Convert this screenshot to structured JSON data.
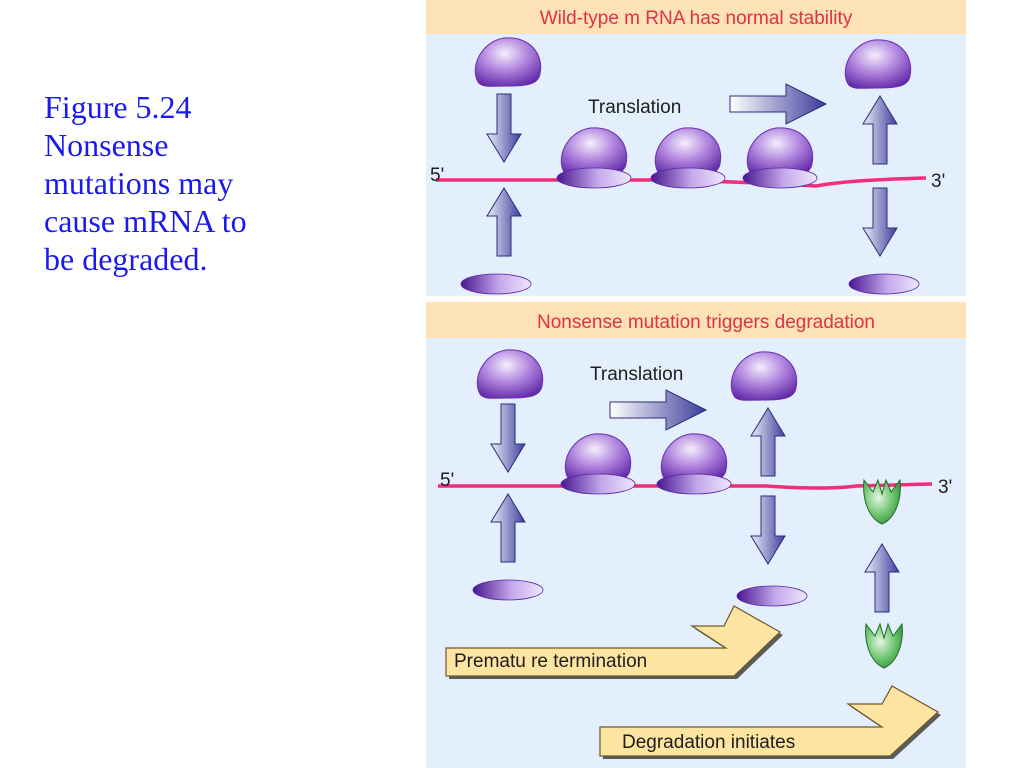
{
  "caption": {
    "text": "Figure 5.24\nNonsense\nmutations may\ncause mRNA to\nbe degraded."
  },
  "top_panel": {
    "title": "Wild-type m RNA has normal stability",
    "translation_label": "Translation",
    "five_prime": "5'",
    "three_prime": "3'"
  },
  "bottom_panel": {
    "title": "Nonsense  mutation triggers degradation",
    "translation_label": "Translation",
    "five_prime": "5'",
    "three_prime": "3'",
    "callout_termination": "Prematu re termination",
    "callout_degradation": "Degradation initiates"
  },
  "colors": {
    "caption": "#1a1aee",
    "banner_fill": "#fde2b5",
    "banner_text": "#e0314a",
    "panel_fill": "#e3effc",
    "mrna": "#f02e7a",
    "ribosome": "#9b63d6",
    "degradation_enzyme": "#3aa844",
    "arrow": "#3c3c9a",
    "callout_fill": "#fde4a0"
  }
}
